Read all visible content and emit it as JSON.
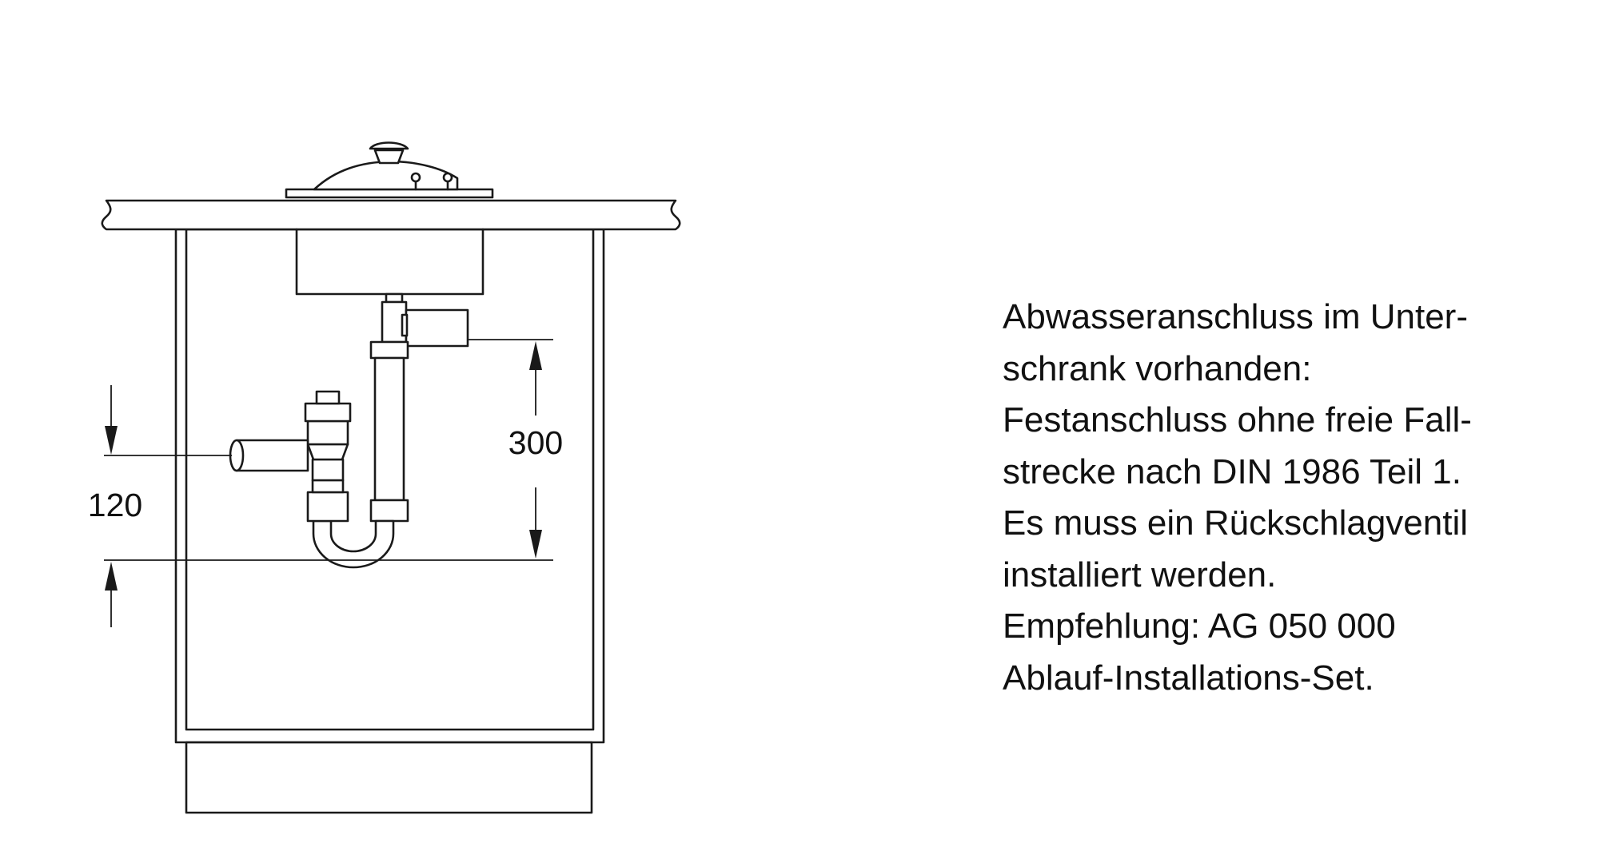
{
  "dimensions": {
    "siphon_height": "300",
    "outlet_height": "120"
  },
  "note_lines": [
    "Abwasseranschluss im Unter-",
    "schrank vorhanden:",
    "Festanschluss ohne freie Fall-",
    "strecke nach DIN 1986 Teil 1.",
    "Es muss ein Rückschlagventil",
    "installiert werden.",
    "Empfehlung: AG 050 000",
    "Ablauf-Installations-Set."
  ]
}
